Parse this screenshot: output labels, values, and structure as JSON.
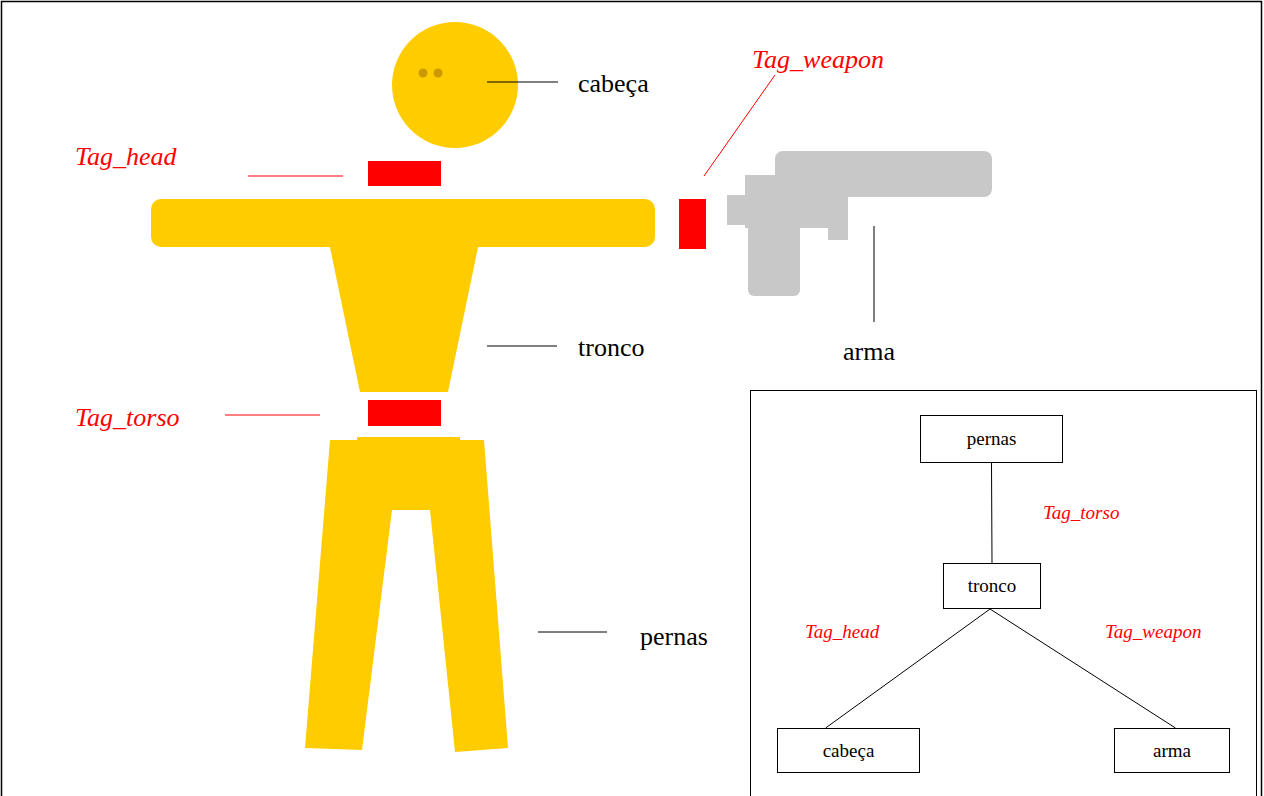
{
  "diagram": {
    "nodes": [
      {
        "text": [
          "pernas"
        ]
      },
      {
        "text": [
          "tronco"
        ]
      },
      {
        "text": [
          "cabeça"
        ]
      },
      {
        "text": [
          "arma"
        ]
      }
    ],
    "edges": [
      {
        "from": 0,
        "to": 1,
        "label": "Tag_torso",
        "arrow": "none"
      },
      {
        "from": 1,
        "to": 2,
        "label": "Tag_head",
        "arrow": "none"
      },
      {
        "from": 1,
        "to": 3,
        "label": "Tag_weapon",
        "arrow": "none"
      }
    ],
    "labels": [
      "Tag_weapon",
      "cabeça",
      "Tag_head",
      "tronco",
      "arma",
      "Tag_torso",
      "pernas"
    ]
  }
}
